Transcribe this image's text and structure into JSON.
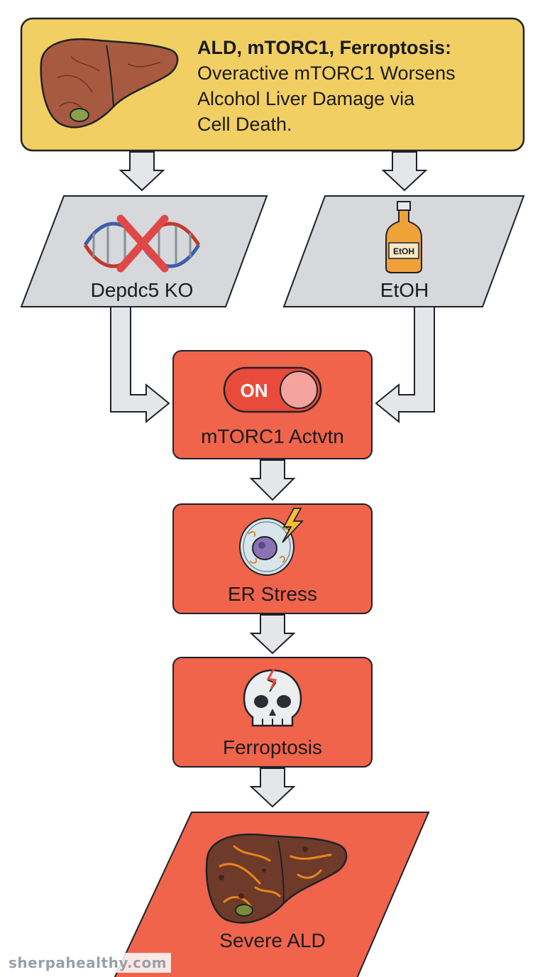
{
  "header": {
    "title_bold": "ALD, mTORC1, Ferroptosis:",
    "subtitle_lines": [
      "Overactive mTORC1 Worsens",
      "Alcohol Liver Damage via",
      "Cell Death."
    ]
  },
  "nodes": {
    "depdc5": {
      "label": "Depdc5 KO"
    },
    "etoh": {
      "label": "EtOH",
      "bottle_label": "EtOH"
    },
    "mtorc1": {
      "label": "mTORC1 Actvtn",
      "toggle_text": "ON"
    },
    "er_stress": {
      "label": "ER Stress"
    },
    "ferroptosis": {
      "label": "Ferroptosis"
    },
    "severe_ald": {
      "label": "Severe ALD"
    }
  },
  "colors": {
    "header_fill": "#f2cf63",
    "input_fill": "#d6d8dc",
    "process_fill": "#f0644c",
    "arrow_fill": "#e4e6ea",
    "outline": "#1e2228"
  },
  "icons": [
    "liver-icon",
    "dna-crossed-icon",
    "bottle-icon",
    "on-toggle-icon",
    "cell-lightning-icon",
    "cracked-skull-icon",
    "damaged-liver-icon"
  ],
  "watermark": "sherpahealthy.com"
}
